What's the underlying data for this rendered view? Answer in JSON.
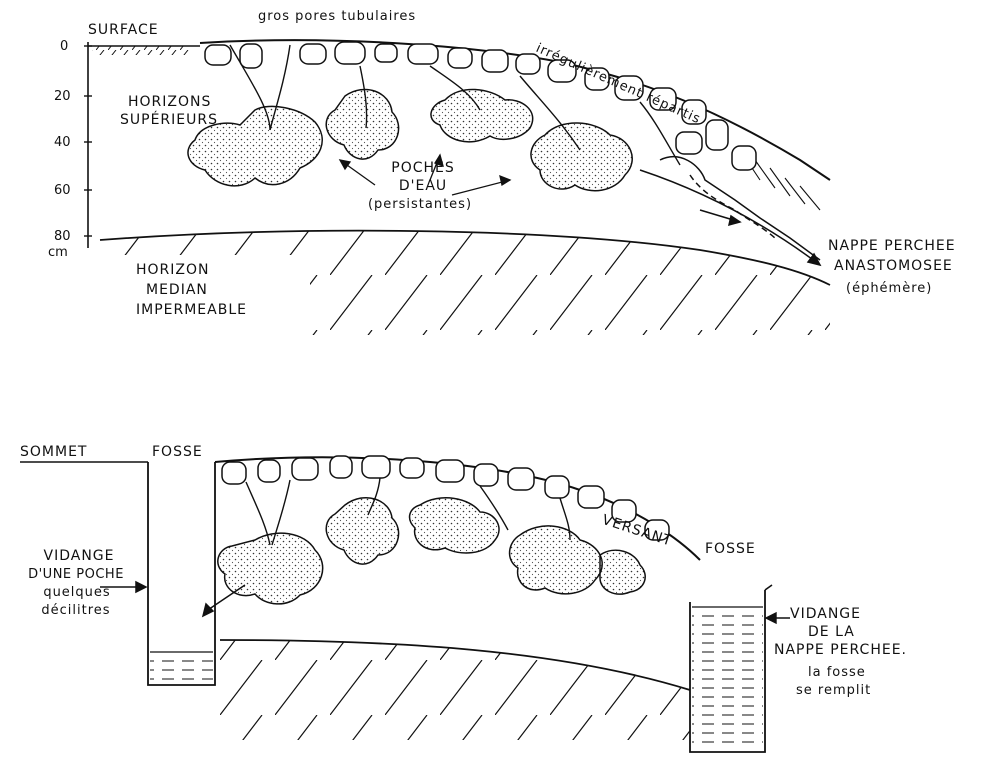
{
  "top_diagram": {
    "surface": "SURFACE",
    "depth_ticks": [
      "0",
      "20",
      "40",
      "60",
      "80"
    ],
    "depth_unit": "cm",
    "pores_label": "gros pores tubulaires",
    "pores_label_2": "irrégulièrement répartis",
    "upper_horizons": [
      "HORIZONS",
      "SUPÉRIEURS"
    ],
    "water_pockets": [
      "POCHES",
      "D'EAU",
      "(persistantes)"
    ],
    "median_horizon": [
      "HORIZON",
      "MEDIAN",
      "IMPERMEABLE"
    ],
    "perched_table": [
      "NAPPE PERCHEE",
      "ANASTOMOSEE",
      "(éphémère)"
    ]
  },
  "bottom_diagram": {
    "summit": "SOMMET",
    "pit_left": "FOSSE",
    "slope": "VERSANT",
    "pit_right": "FOSSE",
    "pocket_drain": [
      "VIDANGE",
      "D'UNE POCHE",
      "quelques",
      "décilitres"
    ],
    "table_drain": [
      "VIDANGE",
      "DE LA",
      "NAPPE PERCHEE."
    ],
    "pit_fills": [
      "la fosse",
      "se remplit"
    ]
  }
}
